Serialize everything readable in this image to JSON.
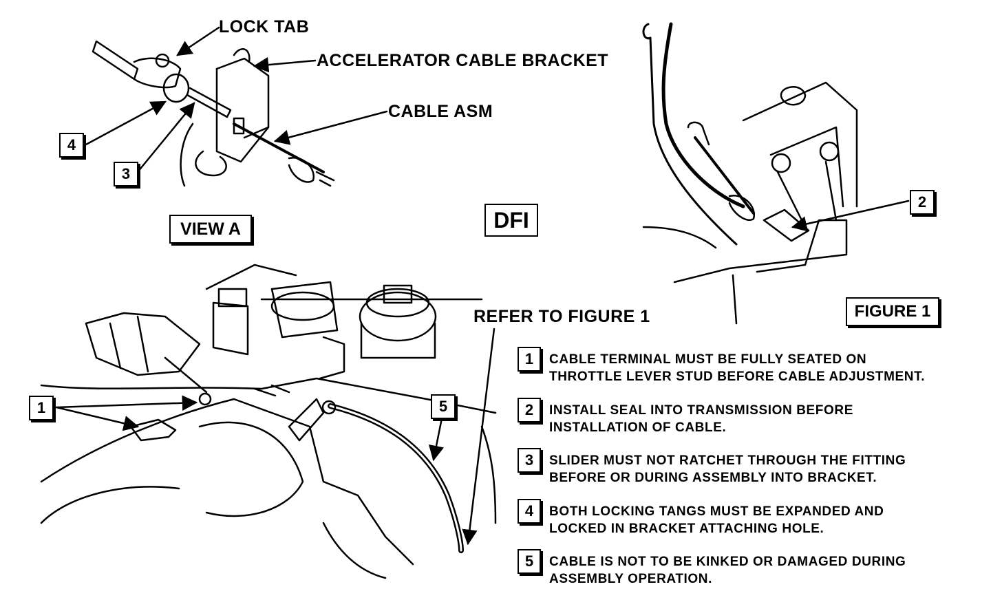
{
  "view_a": {
    "lock_tab": "LOCK TAB",
    "bracket": "ACCELERATOR CABLE BRACKET",
    "cable_asm": "CABLE ASM",
    "callout_4": "4",
    "callout_3": "3",
    "title": "VIEW A"
  },
  "dfi": "DFI",
  "figure1": {
    "callout_2": "2",
    "title": "FIGURE 1"
  },
  "engine": {
    "refer": "REFER TO FIGURE 1",
    "callout_1": "1",
    "callout_5": "5"
  },
  "notes": [
    {
      "num": "1",
      "line1": "CABLE TERMINAL MUST BE FULLY SEATED ON",
      "line2": "THROTTLE LEVER STUD BEFORE CABLE ADJUSTMENT."
    },
    {
      "num": "2",
      "line1": "INSTALL SEAL INTO TRANSMISSION BEFORE",
      "line2": "INSTALLATION OF CABLE."
    },
    {
      "num": "3",
      "line1": "SLIDER MUST NOT RATCHET THROUGH THE FITTING",
      "line2": "BEFORE OR DURING ASSEMBLY INTO BRACKET."
    },
    {
      "num": "4",
      "line1": "BOTH LOCKING TANGS MUST BE EXPANDED AND",
      "line2": "LOCKED IN BRACKET ATTACHING HOLE."
    },
    {
      "num": "5",
      "line1": "CABLE IS NOT TO BE KINKED OR DAMAGED DURING",
      "line2": "ASSEMBLY OPERATION."
    }
  ]
}
